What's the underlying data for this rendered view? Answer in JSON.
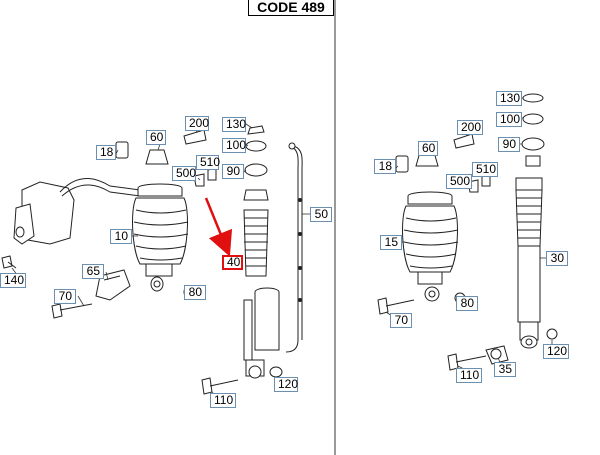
{
  "header": {
    "code_label": "CODE 489"
  },
  "colors": {
    "highlight": "#e01010",
    "callout_border": "#6b8fb0",
    "line": "#222222"
  },
  "left_callouts": {
    "c200": "200",
    "c130": "130",
    "c60": "60",
    "c18": "18",
    "c100": "100",
    "c510": "510",
    "c500": "500",
    "c90": "90",
    "c50": "50",
    "c10": "10",
    "c40": "40",
    "c65": "65",
    "c140": "140",
    "c70": "70",
    "c80": "80",
    "c120": "120",
    "c110": "110"
  },
  "right_callouts": {
    "c130": "130",
    "c200": "200",
    "c100": "100",
    "c60": "60",
    "c90": "90",
    "c18": "18",
    "c510": "510",
    "c500": "500",
    "c15": "15",
    "c30": "30",
    "c80": "80",
    "c70": "70",
    "c120": "120",
    "c110": "110",
    "c35": "35"
  }
}
